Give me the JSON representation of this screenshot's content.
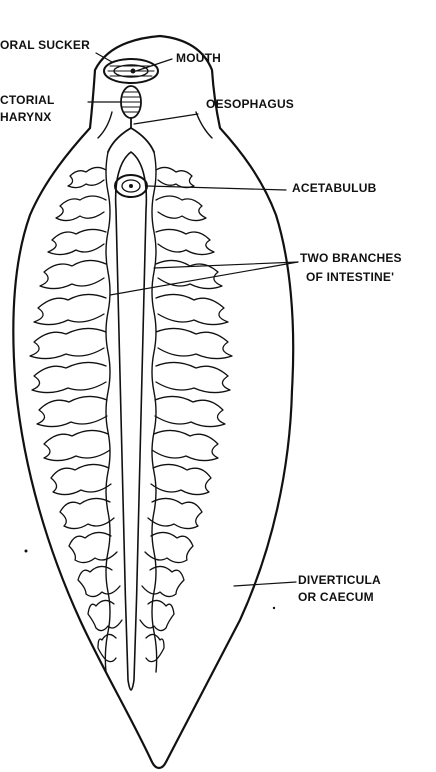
{
  "labels": {
    "oral_sucker": "ORAL SUCKER",
    "mouth": "MOUTH",
    "suctorial_line1": "CTORIAL",
    "suctorial_line2": "HARYNX",
    "oesophagus": "OESOPHAGUS",
    "acetabulum": "ACETABULUB",
    "intestine_line1": "TWO BRANCHES",
    "intestine_line2": "OF INTESTINE'",
    "diverticula_line1": "DIVERTICULA",
    "diverticula_line2": "OR CAECUM"
  },
  "ink_color": "#111111"
}
